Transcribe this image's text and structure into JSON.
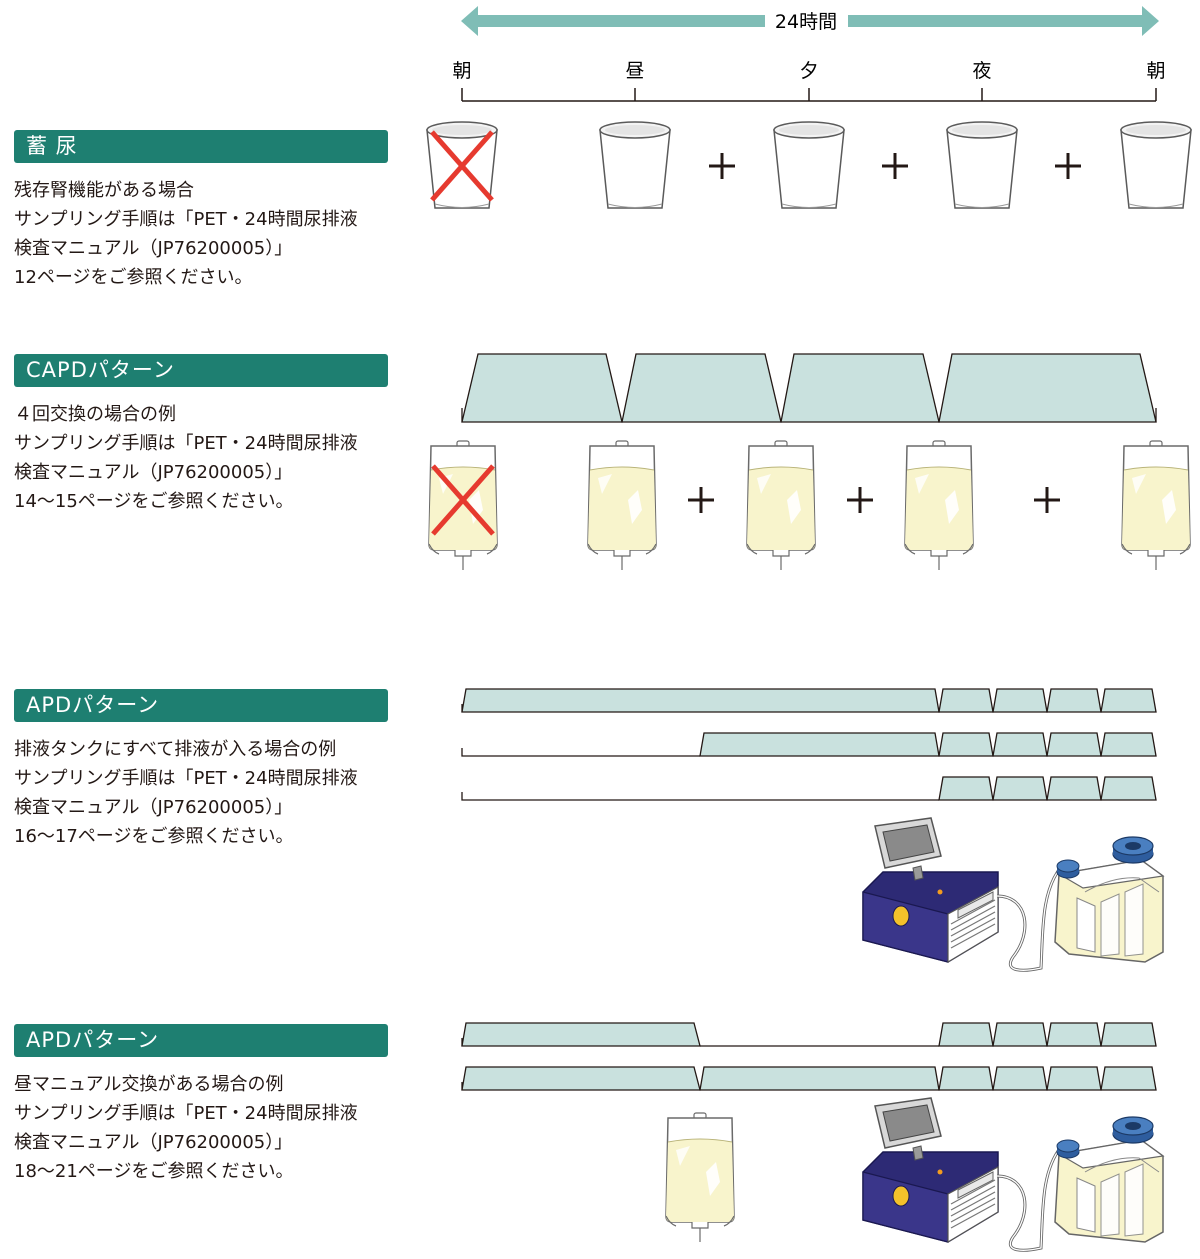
{
  "timeline": {
    "duration_label": "24時間",
    "markers": [
      "朝",
      "昼",
      "夕",
      "夜",
      "朝"
    ]
  },
  "plus_sign": "＋",
  "sections": [
    {
      "title": "蓄 尿",
      "lines": [
        "残存腎機能がある場合",
        "サンプリング手順は「PET・24時間尿排液",
        "検査マニュアル（JP76200005）」",
        "12ページをご参照ください。"
      ]
    },
    {
      "title": "CAPDパターン",
      "lines": [
        "４回交換の場合の例",
        "サンプリング手順は「PET・24時間尿排液",
        "検査マニュアル（JP76200005）」",
        "14〜15ページをご参照ください。"
      ]
    },
    {
      "title": "APDパターン",
      "lines": [
        "排液タンクにすべて排液が入る場合の例",
        "サンプリング手順は「PET・24時間尿排液",
        "検査マニュアル（JP76200005）」",
        "16〜17ページをご参照ください。"
      ]
    },
    {
      "title": "APDパターン",
      "lines": [
        "昼マニュアル交換がある場合の例",
        "サンプリング手順は「PET・24時間尿排液",
        "検査マニュアル（JP76200005）」",
        "18〜21ページをご参照ください。"
      ]
    }
  ],
  "colors": {
    "accent_green": "#1e7f71",
    "dwell_fill": "#c9e1de",
    "arrow_teal": "#7fbdb6",
    "cross_red": "#e63a2f",
    "fluid_yellow": "#f8f4cc",
    "machine_navy": "#2d2a75"
  }
}
